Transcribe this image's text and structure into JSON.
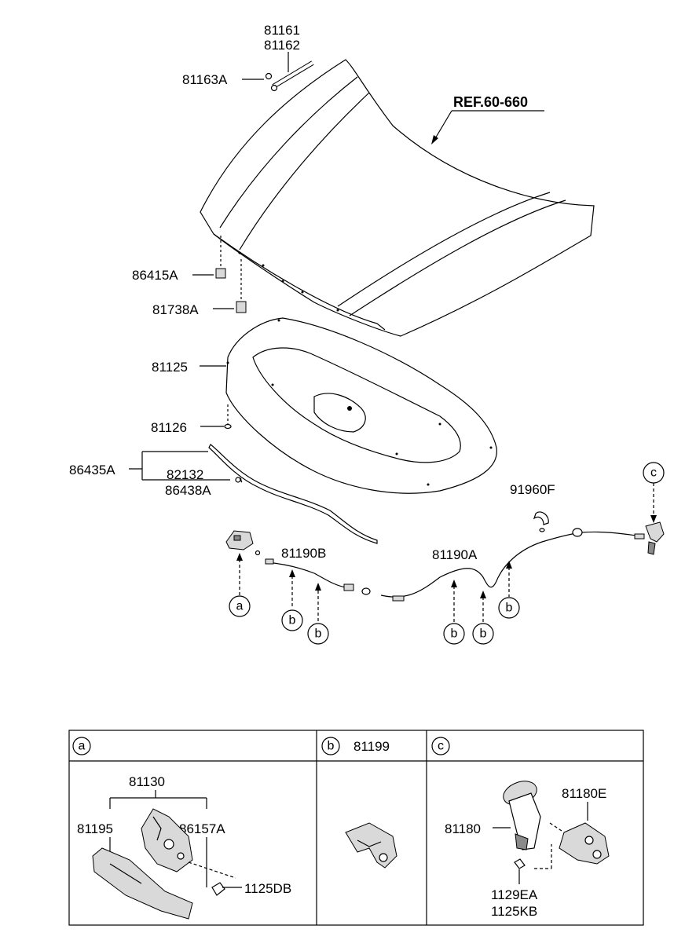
{
  "labels": {
    "strut_a": "81161",
    "strut_b": "81162",
    "strut_clip": "81163A",
    "ref": "REF.60-660",
    "bumper_a": "86415A",
    "bumper_b": "81738A",
    "insulator": "81125",
    "insulator_clip": "81126",
    "seal_group": "86435A",
    "seal_part": "82132",
    "seal_clip": "86438A",
    "cable_b": "81190B",
    "cable_a": "81190A",
    "cable_clip": "91960F"
  },
  "callouts": {
    "a": "a",
    "b": "b",
    "c": "c"
  },
  "table": {
    "col_a": {
      "key": "a",
      "parts": {
        "latch_group": "81130",
        "bracket": "81195",
        "latch_part": "86157A",
        "bolt": "1125DB"
      }
    },
    "col_b": {
      "key": "b",
      "title": "81199"
    },
    "col_c": {
      "key": "c",
      "parts": {
        "handle": "81180",
        "bracket": "81180E",
        "screw_a": "1129EA",
        "screw_b": "1125KB"
      }
    }
  }
}
